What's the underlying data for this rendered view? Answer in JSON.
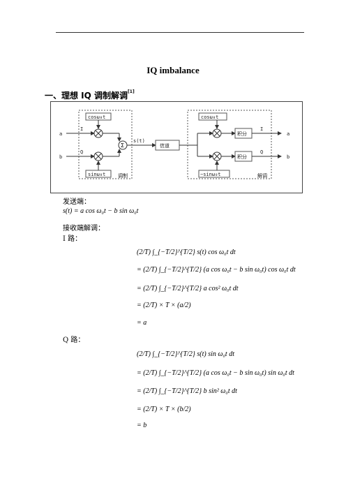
{
  "title": "IQ imbalance",
  "section": {
    "label": "一、理想 IQ 调制解调",
    "ref": "[1]"
  },
  "diagram": {
    "inputs": [
      "a",
      "b"
    ],
    "outputs": [
      "a",
      "b"
    ],
    "signals": {
      "i": "I",
      "q": "Q",
      "s": "s(t)"
    },
    "blocks": {
      "cos_mod": "cosω₀t",
      "sin_mod": "sinω₀t",
      "channel": "信道",
      "cos_demod": "cosω₀t",
      "sin_demod": "−sinω₀t",
      "integ1": "积分",
      "integ2": "积分",
      "modulate": "调制",
      "demodulate": "解调"
    }
  },
  "transmit_label": "发送端：",
  "transmit_eq": "s(t) = a cos ω₀t − b sin ω₀t",
  "receive_label": "接收端解调：",
  "i_label": "I 路：",
  "i_eqs": [
    "(2/T) ∫_{−T/2}^{T/2} s(t) cos ω₀t dt",
    "= (2/T) ∫_{−T/2}^{T/2} (a cos ω₀t − b sin ω₀t) cos ω₀t dt",
    "= (2/T) ∫_{−T/2}^{T/2} a cos² ω₀t dt",
    "= (2/T) × T × (a/2)",
    "= a"
  ],
  "q_label": "Q 路：",
  "q_eqs": [
    "(2/T) ∫_{−T/2}^{T/2} s(t) sin ω₀t dt",
    "= (2/T) ∫_{−T/2}^{T/2} (a cos ω₀t − b sin ω₀t) sin ω₀t dt",
    "= (2/T) ∫_{−T/2}^{T/2} b sin² ω₀t dt",
    "= (2/T) × T × (b/2)",
    "= b"
  ]
}
